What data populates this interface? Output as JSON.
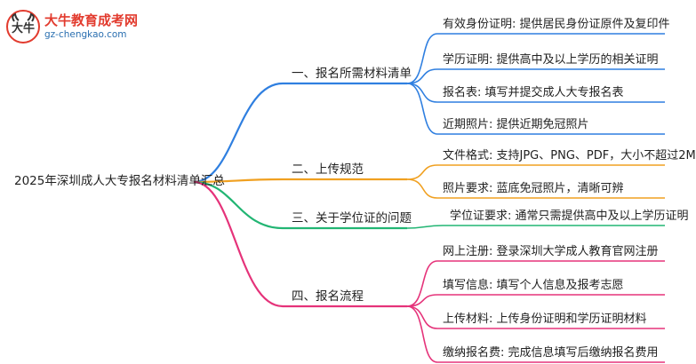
{
  "logo": {
    "title": "大牛教育成考网",
    "url": "gz-chengkao.com"
  },
  "root": {
    "label": "2025年深圳成人大专报名材料清单汇总"
  },
  "branches": [
    {
      "label": "一、报名所需材料清单",
      "color": "#2f7fe0",
      "children": [
        "有效身份证明: 提供居民身份证原件及复印件",
        "学历证明: 提供高中及以上学历的相关证明",
        "报名表: 填写并提交成人大专报名表",
        "近期照片: 提供近期免冠照片"
      ]
    },
    {
      "label": "二、上传规范",
      "color": "#f0a020",
      "children": [
        "文件格式: 支持JPG、PNG、PDF，大小不超过2M",
        "照片要求: 蓝底免冠照片，清晰可辨"
      ]
    },
    {
      "label": "三、关于学位证的问题",
      "color": "#22b573",
      "children": [
        "学位证要求: 通常只需提供高中及以上学历证明"
      ]
    },
    {
      "label": "四、报名流程",
      "color": "#e5337a",
      "children": [
        "网上注册: 登录深圳大学成人教育官网注册",
        "填写信息: 填写个人信息及报考志愿",
        "上传材料: 上传身份证明和学历证明材料",
        "缴纳报名费: 完成信息填写后缴纳报名费用"
      ]
    }
  ]
}
